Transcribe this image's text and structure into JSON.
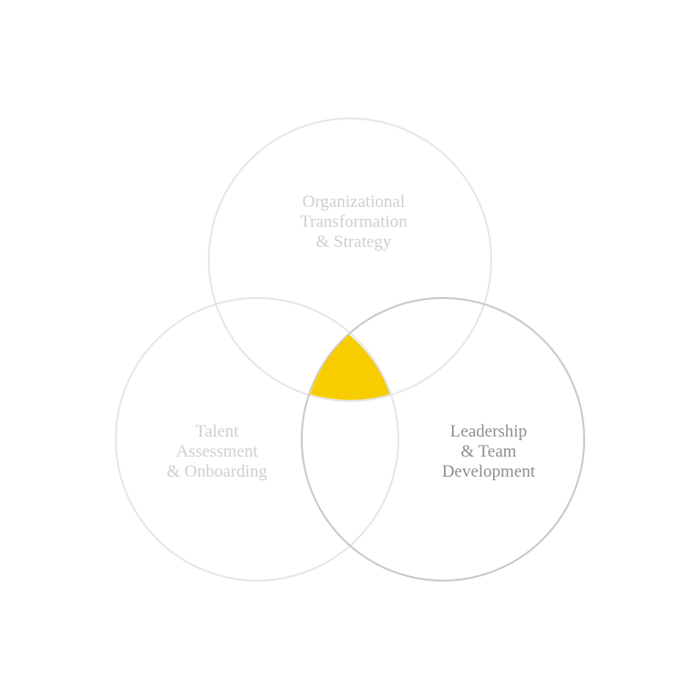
{
  "colors": {
    "background": "#ffffff",
    "ring_muted": "#e6e6e6",
    "ring_active": "#c8c8c8",
    "label_muted": "#cfcfcf",
    "label_active": "#8e8e8e",
    "center_fill": "#f7cd00"
  },
  "circles": [
    {
      "id": "top",
      "state": "muted",
      "lines": [
        "Organizational",
        "Transformation",
        "& Strategy"
      ]
    },
    {
      "id": "left",
      "state": "muted",
      "lines": [
        "Talent",
        "Assessment",
        "& Onboarding"
      ]
    },
    {
      "id": "right",
      "state": "active",
      "lines": [
        "Leadership",
        "& Team",
        "Development"
      ]
    }
  ],
  "center": {
    "highlighted": true
  }
}
